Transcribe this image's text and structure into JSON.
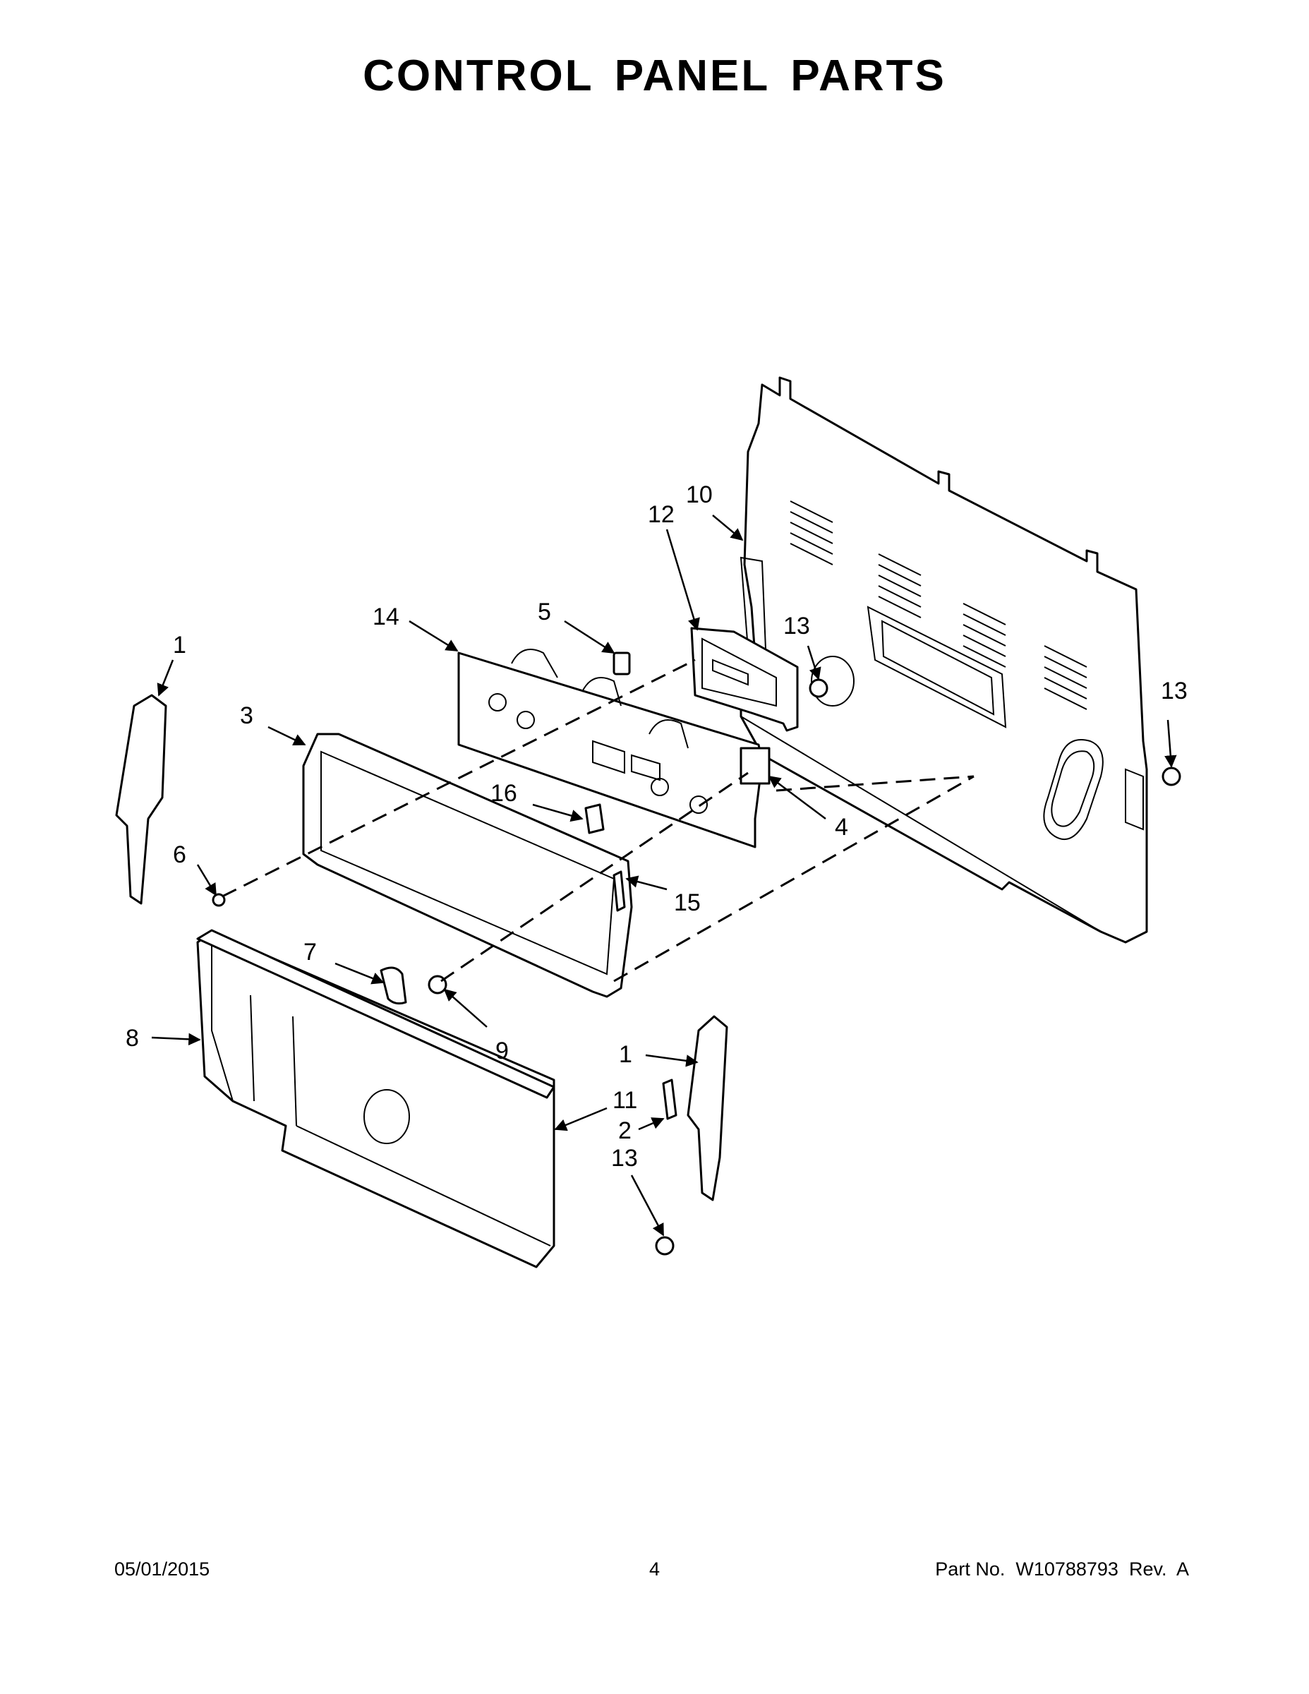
{
  "title": "CONTROL PANEL PARTS",
  "footer": {
    "date": "05/01/2015",
    "page": "4",
    "part_number": "Part No.  W10788793  Rev.  A"
  },
  "callouts": [
    "1",
    "1",
    "2",
    "3",
    "4",
    "5",
    "6",
    "7",
    "8",
    "9",
    "10",
    "11",
    "12",
    "13",
    "13",
    "13",
    "14",
    "15",
    "16"
  ]
}
